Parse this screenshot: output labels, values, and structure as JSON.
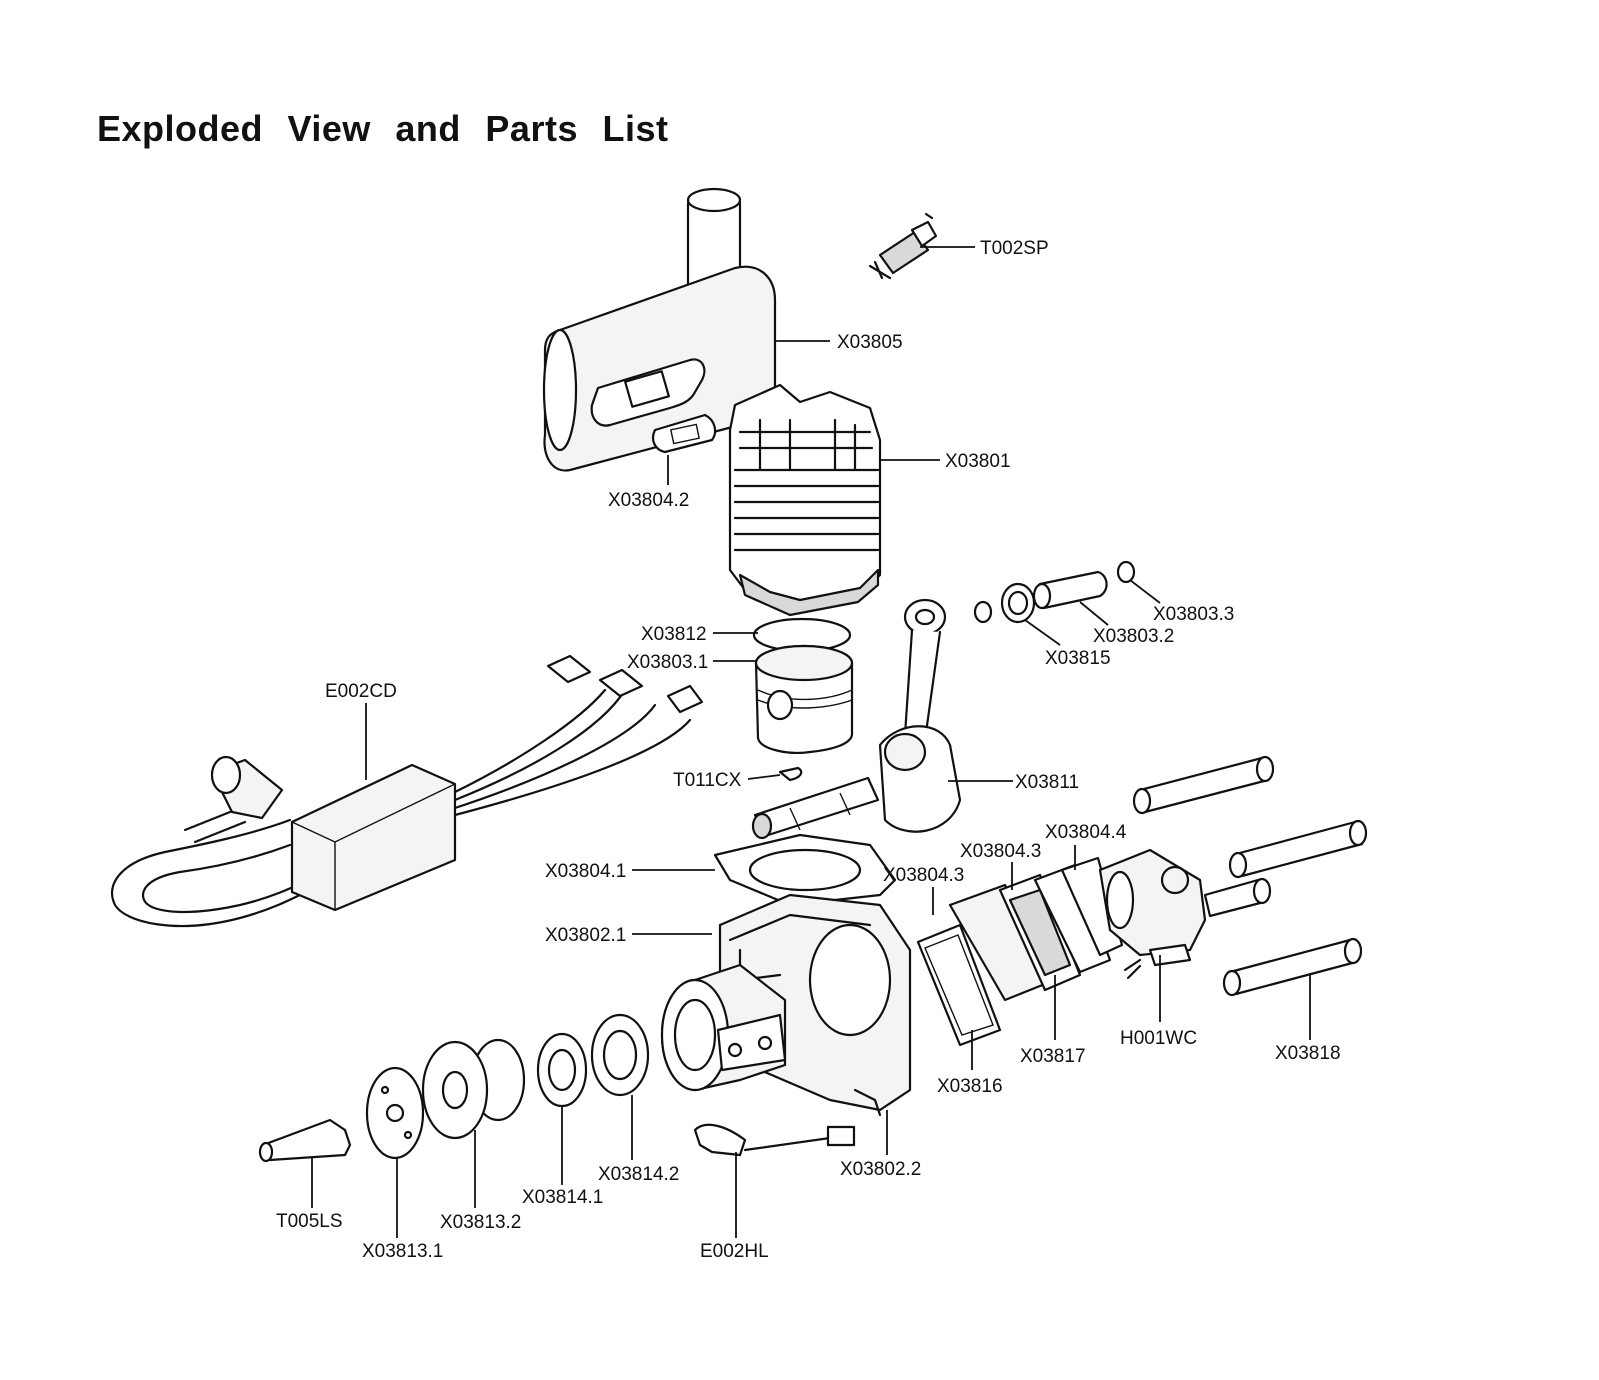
{
  "title": "Exploded  View  and  Parts  List",
  "parts": [
    {
      "code": "T002SP",
      "part": "spark-plug"
    },
    {
      "code": "X03805",
      "part": "muffler"
    },
    {
      "code": "X03801",
      "part": "cylinder"
    },
    {
      "code": "X03804.2",
      "part": "exhaust-gasket"
    },
    {
      "code": "X03803.3",
      "part": "circlip"
    },
    {
      "code": "X03803.2",
      "part": "piston-pin"
    },
    {
      "code": "X03815",
      "part": "needle-bearing"
    },
    {
      "code": "X03812",
      "part": "piston-ring"
    },
    {
      "code": "X03803.1",
      "part": "piston"
    },
    {
      "code": "E002CD",
      "part": "ignition-module"
    },
    {
      "code": "T011CX",
      "part": "woodruff-key"
    },
    {
      "code": "X03811",
      "part": "crankshaft"
    },
    {
      "code": "X03804.4",
      "part": "carburetor-gasket"
    },
    {
      "code": "X03804.3",
      "part": "intake-gasket-upper"
    },
    {
      "code": "X03804.3",
      "part": "intake-gasket-lower"
    },
    {
      "code": "X03804.1",
      "part": "cylinder-base-gasket"
    },
    {
      "code": "X03802.1",
      "part": "crankcase-front"
    },
    {
      "code": "H001WC",
      "part": "carburetor"
    },
    {
      "code": "X03818",
      "part": "mounting-standoff"
    },
    {
      "code": "X03817",
      "part": "reed-valve"
    },
    {
      "code": "X03816",
      "part": "intake-manifold"
    },
    {
      "code": "X03802.2",
      "part": "crankcase-rear"
    },
    {
      "code": "X03814.2",
      "part": "bearing-rear"
    },
    {
      "code": "X03814.1",
      "part": "bearing-front"
    },
    {
      "code": "X03813.2",
      "part": "prop-hub"
    },
    {
      "code": "X03813.1",
      "part": "prop-washer"
    },
    {
      "code": "T005LS",
      "part": "prop-bolt"
    },
    {
      "code": "E002HL",
      "part": "hall-sensor"
    }
  ]
}
